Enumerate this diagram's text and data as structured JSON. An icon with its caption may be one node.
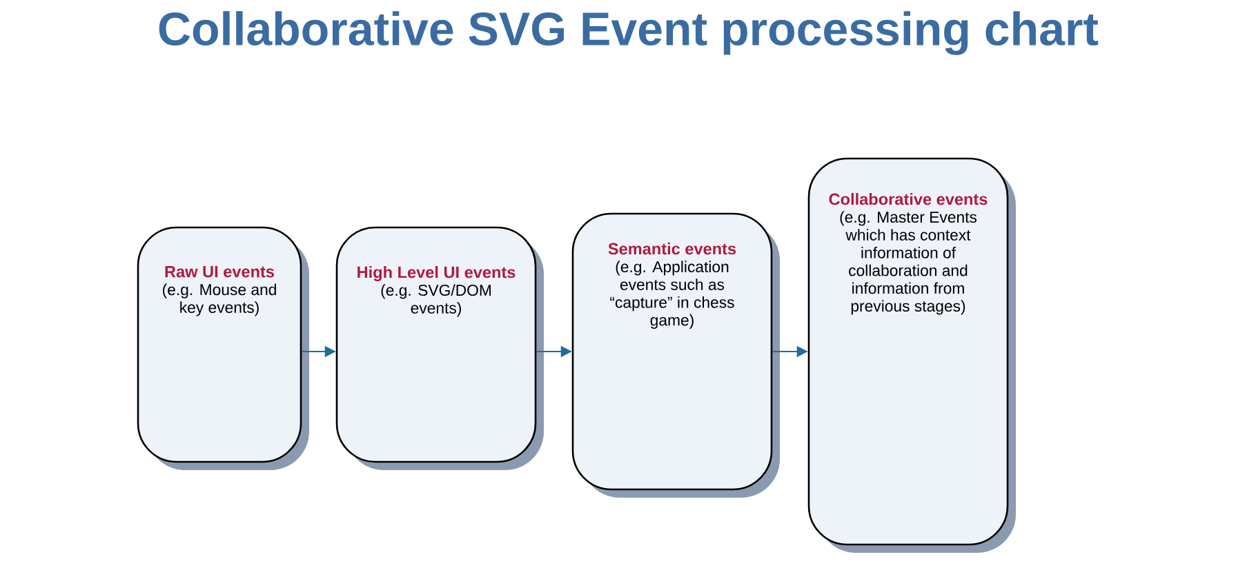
{
  "diagram": {
    "title": "Collaborative SVG Event processing chart",
    "nodes": [
      {
        "text": [
          "Raw UI events",
          "(e.g. Mouse and key events)"
        ]
      },
      {
        "text": [
          "High Level UI events",
          "(e.g. SVG/DOM events)"
        ]
      },
      {
        "text": [
          "Semantic events",
          "(e.g. Application events such as “capture” in chess game)"
        ]
      },
      {
        "text": [
          "Collaborative events",
          "(e.g. Master Events which has context information of collaboration and information from previous stages)"
        ]
      }
    ],
    "edges": [
      {
        "from": 0,
        "to": 1,
        "arrow": "to"
      },
      {
        "from": 1,
        "to": 2,
        "arrow": "to"
      },
      {
        "from": 2,
        "to": 3,
        "arrow": "to"
      }
    ]
  }
}
